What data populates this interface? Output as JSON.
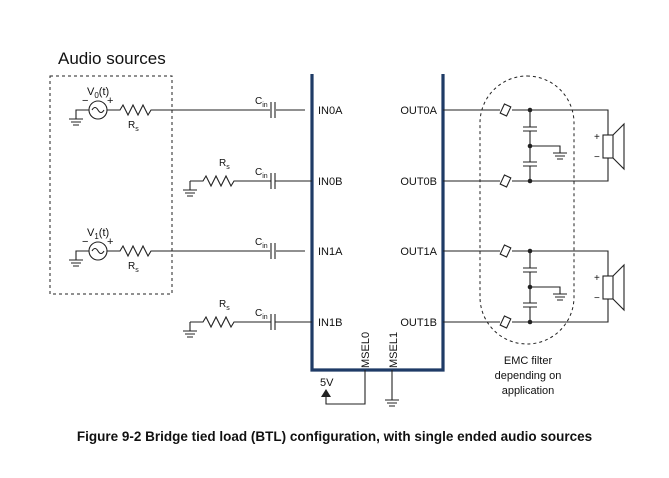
{
  "section_title": "Audio sources",
  "sources": [
    {
      "label": "V",
      "sub": "0",
      "suffix": "(t)",
      "resistor": "R",
      "resistor_sub": "s",
      "minus": "−",
      "plus": "+"
    },
    {
      "label": "V",
      "sub": "1",
      "suffix": "(t)",
      "resistor": "R",
      "resistor_sub": "s",
      "minus": "−",
      "plus": "+"
    }
  ],
  "input_paths": [
    {
      "pin": "IN0A",
      "cap": "C",
      "cap_sub": "in"
    },
    {
      "pin": "IN0B",
      "cap": "C",
      "cap_sub": "in",
      "resistor": "R",
      "resistor_sub": "s"
    },
    {
      "pin": "IN1A",
      "cap": "C",
      "cap_sub": "in"
    },
    {
      "pin": "IN1B",
      "cap": "C",
      "cap_sub": "in",
      "resistor": "R",
      "resistor_sub": "s"
    }
  ],
  "output_pins": [
    "OUT0A",
    "OUT0B",
    "OUT1A",
    "OUT1B"
  ],
  "mode_pins": [
    "MSEL0",
    "MSEL1"
  ],
  "supply_label": "5V",
  "speaker_polarity": {
    "plus": "+",
    "minus": "−"
  },
  "emc_note": [
    "EMC filter",
    "depending on",
    "application"
  ],
  "caption": "Figure 9-2 Bridge tied load (BTL) configuration, with single ended audio sources",
  "colors": {
    "chip_outline": "#1f3b66",
    "wire": "#222222"
  }
}
